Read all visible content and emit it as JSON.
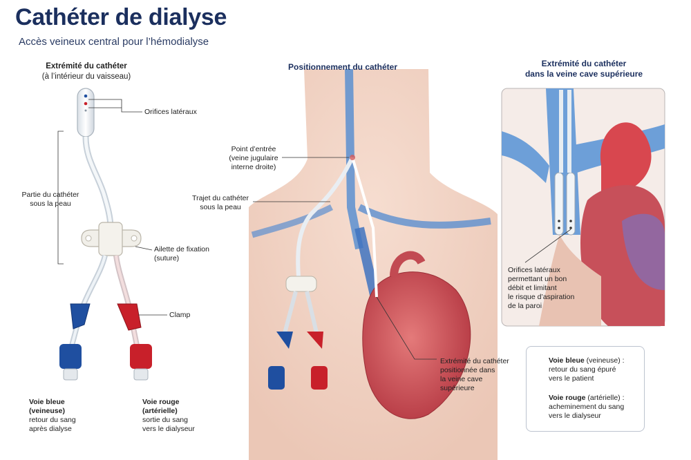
{
  "title": "Cathéter de dialyse",
  "subtitle": "Accès veineux central pour l’hémodialyse",
  "left": {
    "tip_title": [
      "Extrémité du cathéter",
      "(à l’intérieur du vaisseau)"
    ],
    "side_holes": "Orifices latéraux",
    "under_skin": [
      "Partie du cathéter",
      "sous la peau"
    ],
    "wing": [
      "Ailette de fixation",
      "(suture)"
    ],
    "clamp": "Clamp",
    "blue_line": {
      "bold1": "Voie bleue",
      "bold2": "(veineuse)",
      "text1": "retour du sang",
      "text2": "après dialyse"
    },
    "red_line": {
      "bold1": "Voie rouge",
      "bold2": "(artérielle)",
      "text1": "sortie du sang",
      "text2": "vers le dialyseur"
    }
  },
  "middle": {
    "title": "Positionnement du cathéter",
    "entry": [
      "Point d’entrée",
      "(veine jugulaire",
      "interne droite)"
    ],
    "path": [
      "Trajet du cathéter",
      "sous la peau"
    ],
    "tip": [
      "Extrémité du cathéter",
      "positionnée dans",
      "la veine cave",
      "supérieure"
    ]
  },
  "right": {
    "title": [
      "Extrémité du cathéter",
      "dans la veine cave supérieure"
    ],
    "holes": [
      "Orifices latéraux",
      "permettant un bon",
      "débit et limitant",
      "le risque d’aspiration",
      "de la paroi"
    ]
  },
  "legend": {
    "blue": {
      "bold": "Voie bleue",
      "rest": " (veineuse) :",
      "l2": "retour du sang épuré",
      "l3": "vers le patient"
    },
    "red": {
      "bold": "Voie rouge",
      "rest": " (artérielle) :",
      "l2": "acheminement du sang",
      "l3": "vers le dialyseur"
    }
  },
  "colors": {
    "blue": "#1f4fa0",
    "red": "#c8202a",
    "title": "#1b2f5e"
  }
}
